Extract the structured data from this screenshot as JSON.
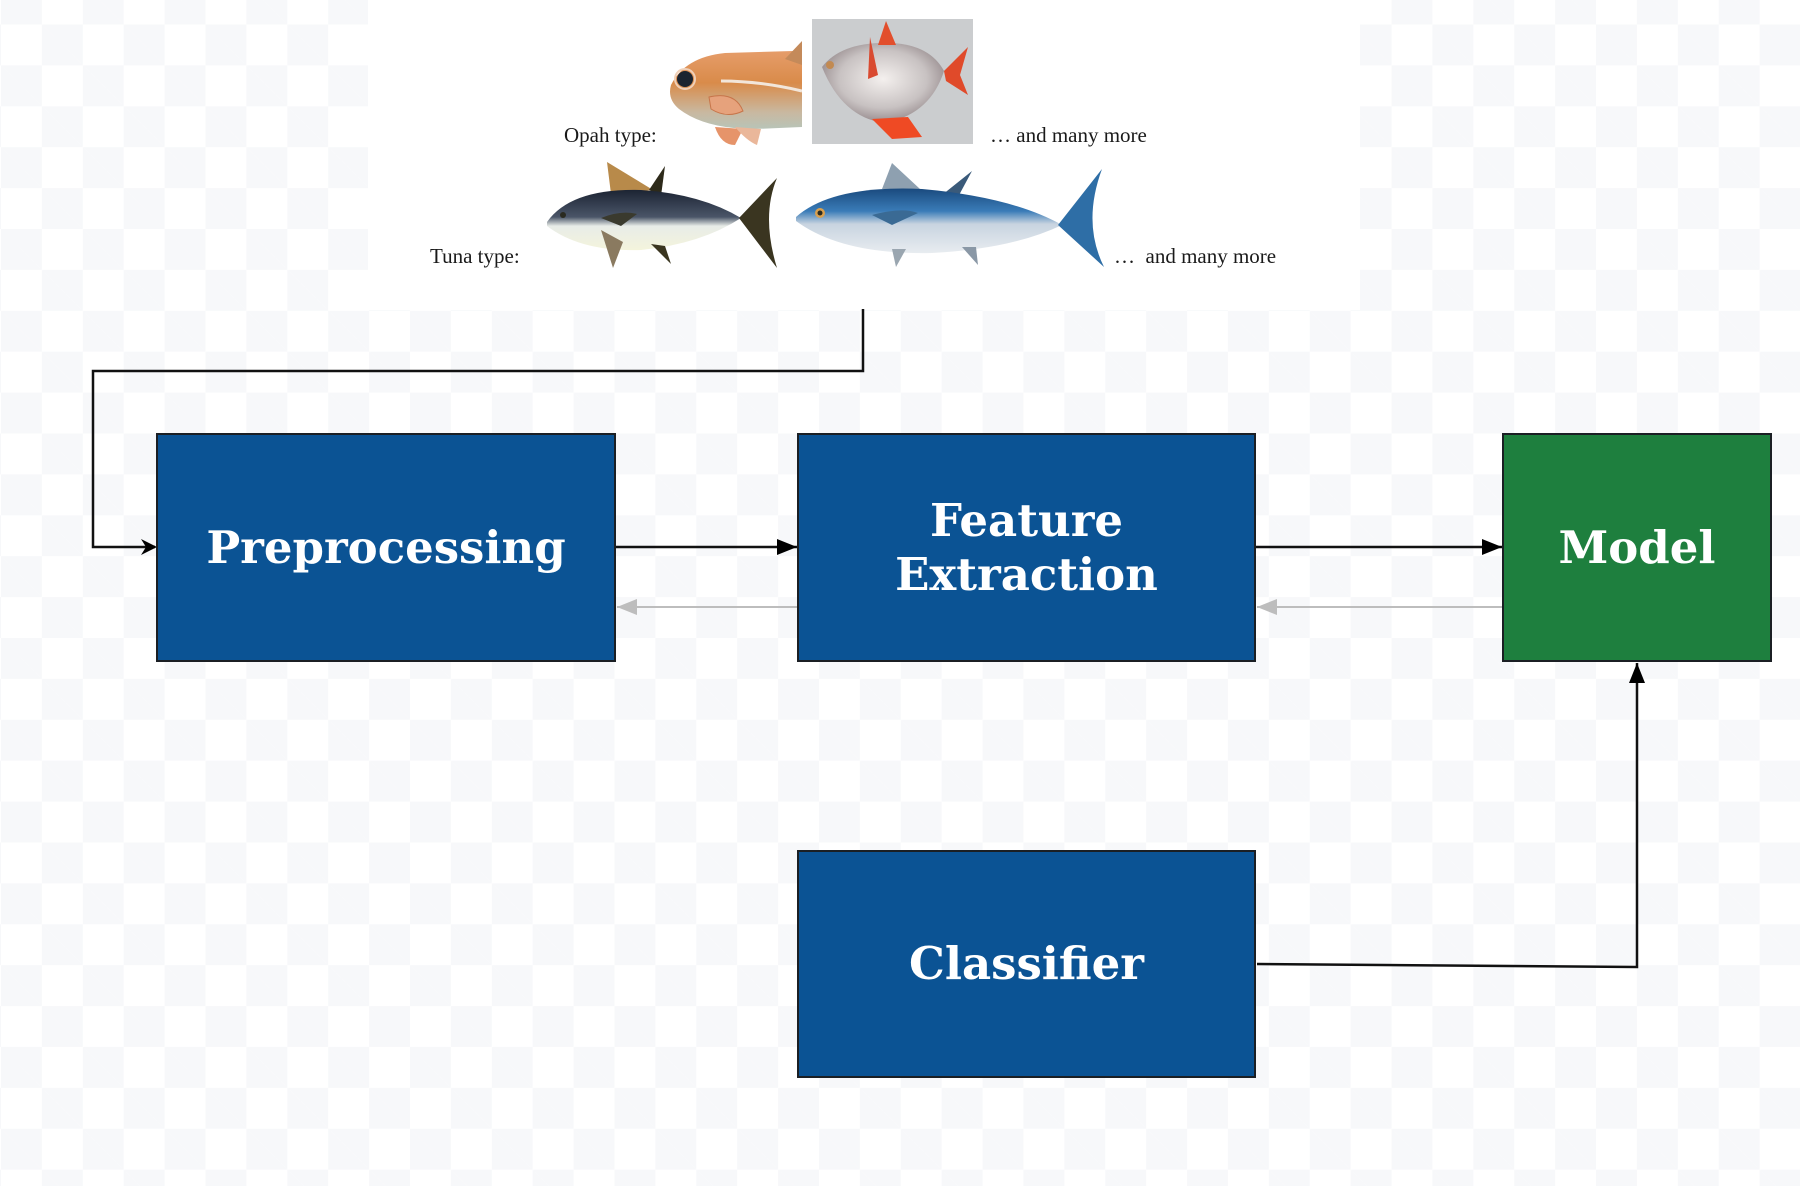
{
  "samples": {
    "opah": {
      "label": "Opah type:",
      "more": "… and many more",
      "images": [
        "orange-rockfish",
        "opah-photo"
      ]
    },
    "tuna": {
      "label": "Tuna type:",
      "more": "…  and many more",
      "images": [
        "yellowfin-tuna",
        "bluefin-tuna"
      ]
    }
  },
  "pipeline": {
    "preprocessing": {
      "label": "Preprocessing"
    },
    "feature_extraction": {
      "line1": "Feature",
      "line2": "Extraction"
    },
    "model": {
      "label": "Model"
    },
    "classifier": {
      "label": "Classifier"
    }
  },
  "connections": [
    {
      "from": "samples",
      "to": "preprocessing",
      "style": "forward"
    },
    {
      "from": "preprocessing",
      "to": "feature_extraction",
      "style": "forward"
    },
    {
      "from": "feature_extraction",
      "to": "model",
      "style": "forward"
    },
    {
      "from": "feature_extraction",
      "to": "preprocessing",
      "style": "feedback"
    },
    {
      "from": "model",
      "to": "feature_extraction",
      "style": "feedback"
    },
    {
      "from": "classifier",
      "to": "model",
      "style": "forward"
    }
  ],
  "colors": {
    "process_box": "#0b5394",
    "model_box": "#1e7f3e",
    "forward_arrow": "#000000",
    "feedback_arrow": "#b8b8b8",
    "box_text": "#ffffff"
  }
}
